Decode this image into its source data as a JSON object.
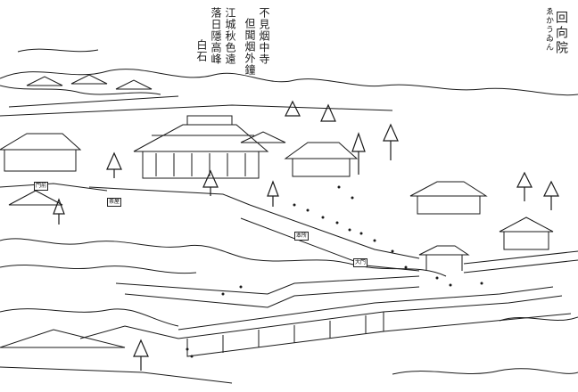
{
  "caption": {
    "title": "回向院",
    "reading": "ゑかうゐん"
  },
  "poem": {
    "columns": [
      "不見烟中寺",
      "但聞烟外鐘",
      "江城秋色遠",
      "落日隱高峰"
    ],
    "signature": "白石"
  },
  "signs": [
    "門前",
    "茶屋",
    "本所",
    "大門"
  ],
  "colors": {
    "ink": "#1a1a1a",
    "paper": "#ffffff"
  }
}
